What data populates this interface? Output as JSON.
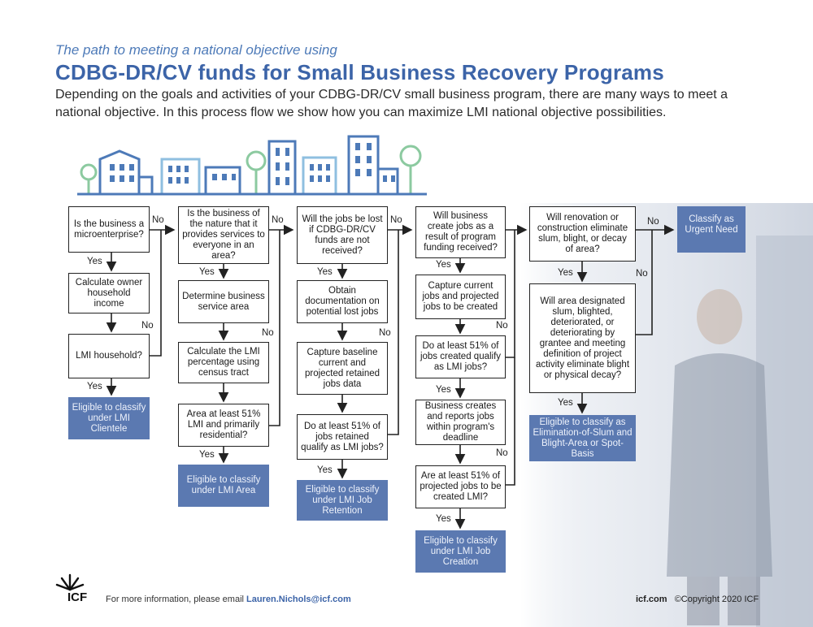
{
  "header": {
    "kicker": "The path to meeting a national objective using",
    "title": "CDBG-DR/CV funds for Small Business Recovery Programs",
    "intro": "Depending on the goals and activities of your CDBG-DR/CV small business program, there are many ways to meet a national objective. In this process flow we show how you can maximize LMI national objective possibilities."
  },
  "flow": {
    "col1": {
      "q1": "Is the business a microenterprise?",
      "s1": "Calculate owner household income",
      "q2": "LMI household?",
      "out": "Eligible to classify under LMI Clientele"
    },
    "col2": {
      "q1": "Is the business of the nature that it provides services to everyone in an area?",
      "s1": "Determine business service area",
      "s2": "Calculate the LMI percentage using census tract",
      "q2": "Area at least 51% LMI and primarily residential?",
      "out": "Eligible to classify under LMI Area"
    },
    "col3": {
      "q1": "Will the jobs be lost if CDBG-DR/CV funds are not received?",
      "s1": "Obtain documentation on potential lost jobs",
      "s2": "Capture baseline current and projected retained jobs data",
      "q2": "Do at least 51% of jobs retained qualify as LMI jobs?",
      "out": "Eligible to classify under LMI Job Retention"
    },
    "col4": {
      "q1": "Will business create jobs as a result of program funding received?",
      "s1": "Capture current jobs and projected jobs to be created",
      "q2": "Do at least 51% of jobs created qualify as LMI jobs?",
      "s2": "Business creates and reports jobs within program's deadline",
      "q3": "Are at least 51% of projected jobs to be created LMI?",
      "out": "Eligible to classify under LMI Job Creation"
    },
    "col5": {
      "q1": "Will renovation or construction eliminate slum, blight, or decay of area?",
      "q2": "Will area designated slum, blighted, deteriorated, or deteriorating by grantee and meeting definition of project activity eliminate blight or physical decay?",
      "out": "Eligible to classify as Elimination-of-Slum and Blight-Area or Spot-Basis"
    },
    "urgent": "Classify as Urgent Need",
    "yes": "Yes",
    "no": "No"
  },
  "footer": {
    "brand": "ICF",
    "info_prefix": "For more information, please email",
    "email": "Lauren.Nichols@icf.com",
    "site": "icf.com",
    "copyright": "©Copyright 2020 ICF"
  },
  "colors": {
    "accent": "#3c64a8",
    "outcome_fill": "#5b79b1",
    "skyline": "#4d7ab8",
    "tree": "#8ccaa0"
  }
}
